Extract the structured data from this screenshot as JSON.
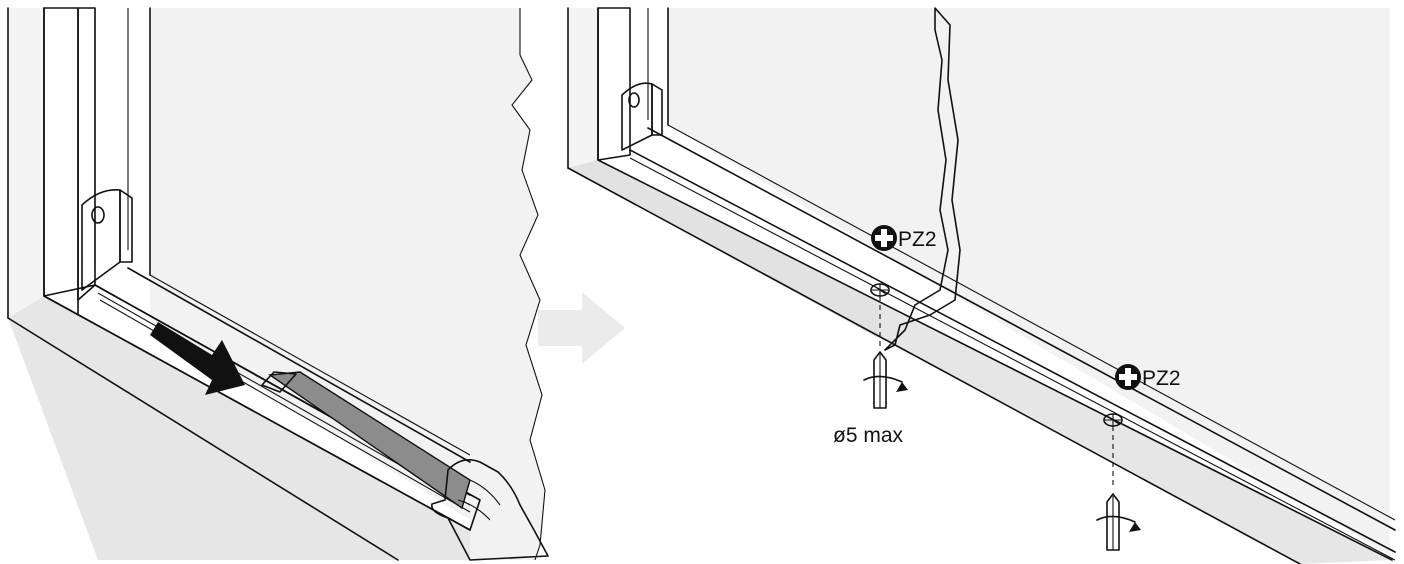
{
  "labels": {
    "bit_top": "PZ2",
    "bit_bottom": "PZ2",
    "diameter": "ø5 max"
  },
  "icons": {
    "bit": "phillips-pozidriv-head-icon",
    "slide_arrow": "arrow-right-icon",
    "step_arrow": "arrow-right-icon",
    "rotation": "clockwise-rotation-icon",
    "hand": "hand-icon"
  },
  "colors": {
    "wall": "#f2f2f2",
    "sill": "#e6e6e6",
    "insert": "#8c8c8c",
    "ink": "#111111",
    "step_arrow": "#ebebeb"
  }
}
